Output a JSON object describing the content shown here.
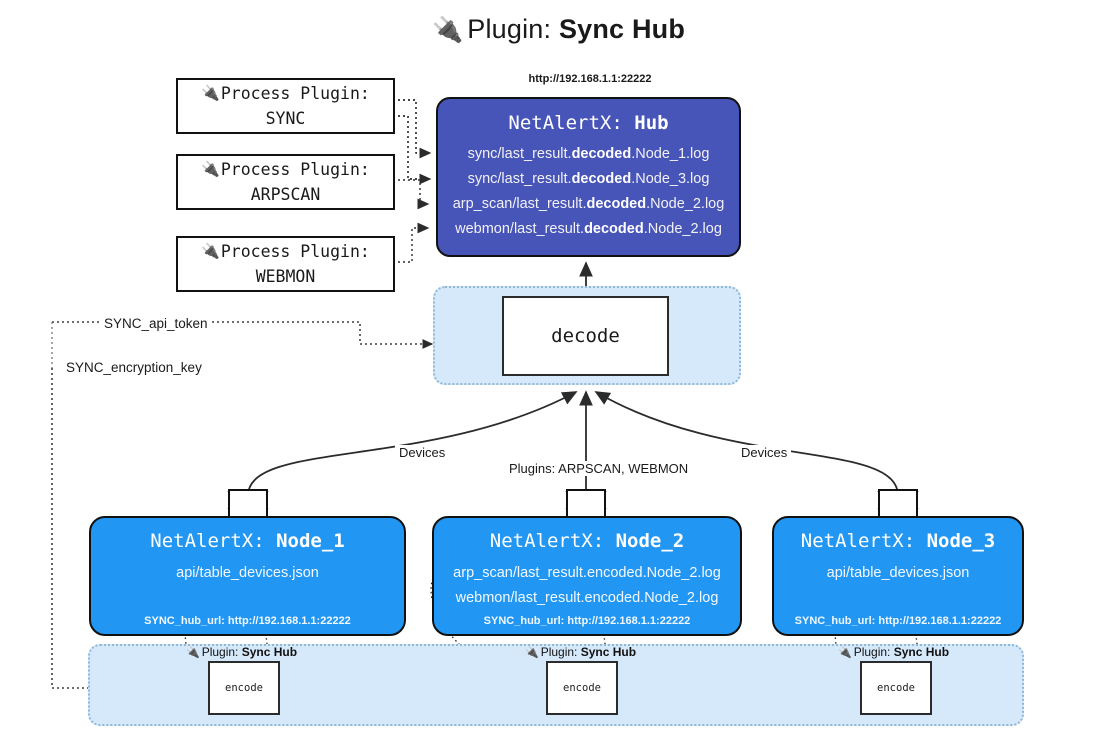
{
  "title": {
    "icon": "plug-icon",
    "lead": "Plugin: ",
    "strong": "Sync Hub"
  },
  "process_plugins": [
    {
      "icon": "plug-icon",
      "line1": "Process Plugin:",
      "line2": "SYNC"
    },
    {
      "icon": "plug-icon",
      "line1": "Process Plugin:",
      "line2": "ARPSCAN"
    },
    {
      "icon": "plug-icon",
      "line1": "Process Plugin:",
      "line2": "WEBMON"
    }
  ],
  "hub": {
    "url": "http://192.168.1.1:22222",
    "title_prefix": "NetAlertX: ",
    "title_name": "Hub",
    "logs": [
      {
        "pre": "sync/last_result.",
        "mid": "decoded",
        "post": ".Node_1.log"
      },
      {
        "pre": "sync/last_result.",
        "mid": "decoded",
        "post": ".Node_3.log"
      },
      {
        "pre": "arp_scan/last_result.",
        "mid": "decoded",
        "post": ".Node_2.log"
      },
      {
        "pre": "webmon/last_result.",
        "mid": "decoded",
        "post": ".Node_2.log"
      }
    ]
  },
  "decode": {
    "label": "decode"
  },
  "keys": {
    "api_token": "SYNC_api_token",
    "encryption_key": "SYNC_encryption_key"
  },
  "edge_labels": {
    "devices_left": "Devices",
    "plugins_center": "Plugins: ARPSCAN, WEBMON",
    "devices_right": "Devices"
  },
  "nodes": [
    {
      "title_prefix": "NetAlertX: ",
      "title_name": "Node_1",
      "lines": [
        "api/table_devices.json"
      ],
      "footer": "SYNC_hub_url: http://192.168.1.1:22222",
      "envelope_icon": "envelope-icon"
    },
    {
      "title_prefix": "NetAlertX: ",
      "title_name": "Node_2",
      "lines": [
        "arp_scan/last_result.encoded.Node_2.log",
        "webmon/last_result.encoded.Node_2.log"
      ],
      "footer": "SYNC_hub_url: http://192.168.1.1:22222",
      "envelope_icon": "envelope-icon"
    },
    {
      "title_prefix": "NetAlertX: ",
      "title_name": "Node_3",
      "lines": [
        "api/table_devices.json"
      ],
      "footer": "SYNC_hub_url: http://192.168.1.1:22222",
      "envelope_icon": "envelope-icon"
    }
  ],
  "encoders": [
    {
      "plugin_lead": "Plugin: ",
      "plugin_strong": "Sync Hub",
      "label": "encode",
      "icon": "plug-icon"
    },
    {
      "plugin_lead": "Plugin: ",
      "plugin_strong": "Sync Hub",
      "label": "encode",
      "icon": "plug-icon"
    },
    {
      "plugin_lead": "Plugin: ",
      "plugin_strong": "Sync Hub",
      "label": "encode",
      "icon": "plug-icon"
    }
  ],
  "colors": {
    "hub_bg": "#4754b8",
    "node_bg": "#2196f3",
    "band_bg": "#d6e9fb",
    "band_border": "#8fb8d8",
    "stroke": "#111111"
  }
}
